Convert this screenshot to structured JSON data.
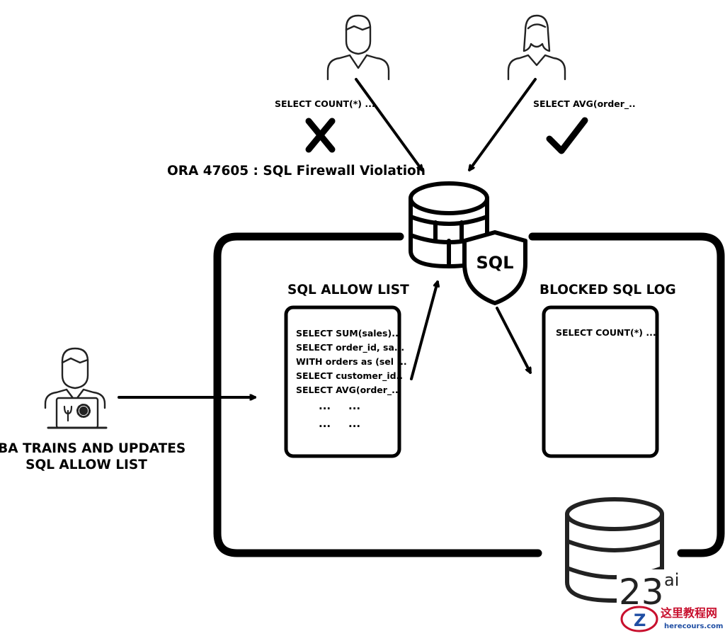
{
  "top_left_user": {
    "query": "SELECT COUNT(*) ...",
    "result_icon": "cross-icon"
  },
  "top_right_user": {
    "query": "SELECT AVG(order_..",
    "result_icon": "check-icon"
  },
  "error_message": "ORA 47605 : SQL Firewall Violation",
  "firewall": {
    "badge": "SQL"
  },
  "allow_list": {
    "title": "SQL ALLOW LIST",
    "entries": [
      "SELECT SUM(sales)..",
      "SELECT order_id, sa...",
      "WITH orders as (sel ...",
      "SELECT customer_id..",
      "SELECT AVG(order_.."
    ],
    "ellipsis": [
      "...",
      "...",
      "...",
      "..."
    ]
  },
  "blocked_log": {
    "title": "BLOCKED SQL LOG",
    "entries": [
      "SELECT COUNT(*) ..."
    ]
  },
  "dba": {
    "caption_line1": "DBA TRAINS AND UPDATES",
    "caption_line2": "SQL ALLOW LIST"
  },
  "database_version": {
    "number": "23",
    "suffix": "ai"
  },
  "watermark": {
    "chinese": "这里教程网",
    "site": "herecours.com"
  }
}
